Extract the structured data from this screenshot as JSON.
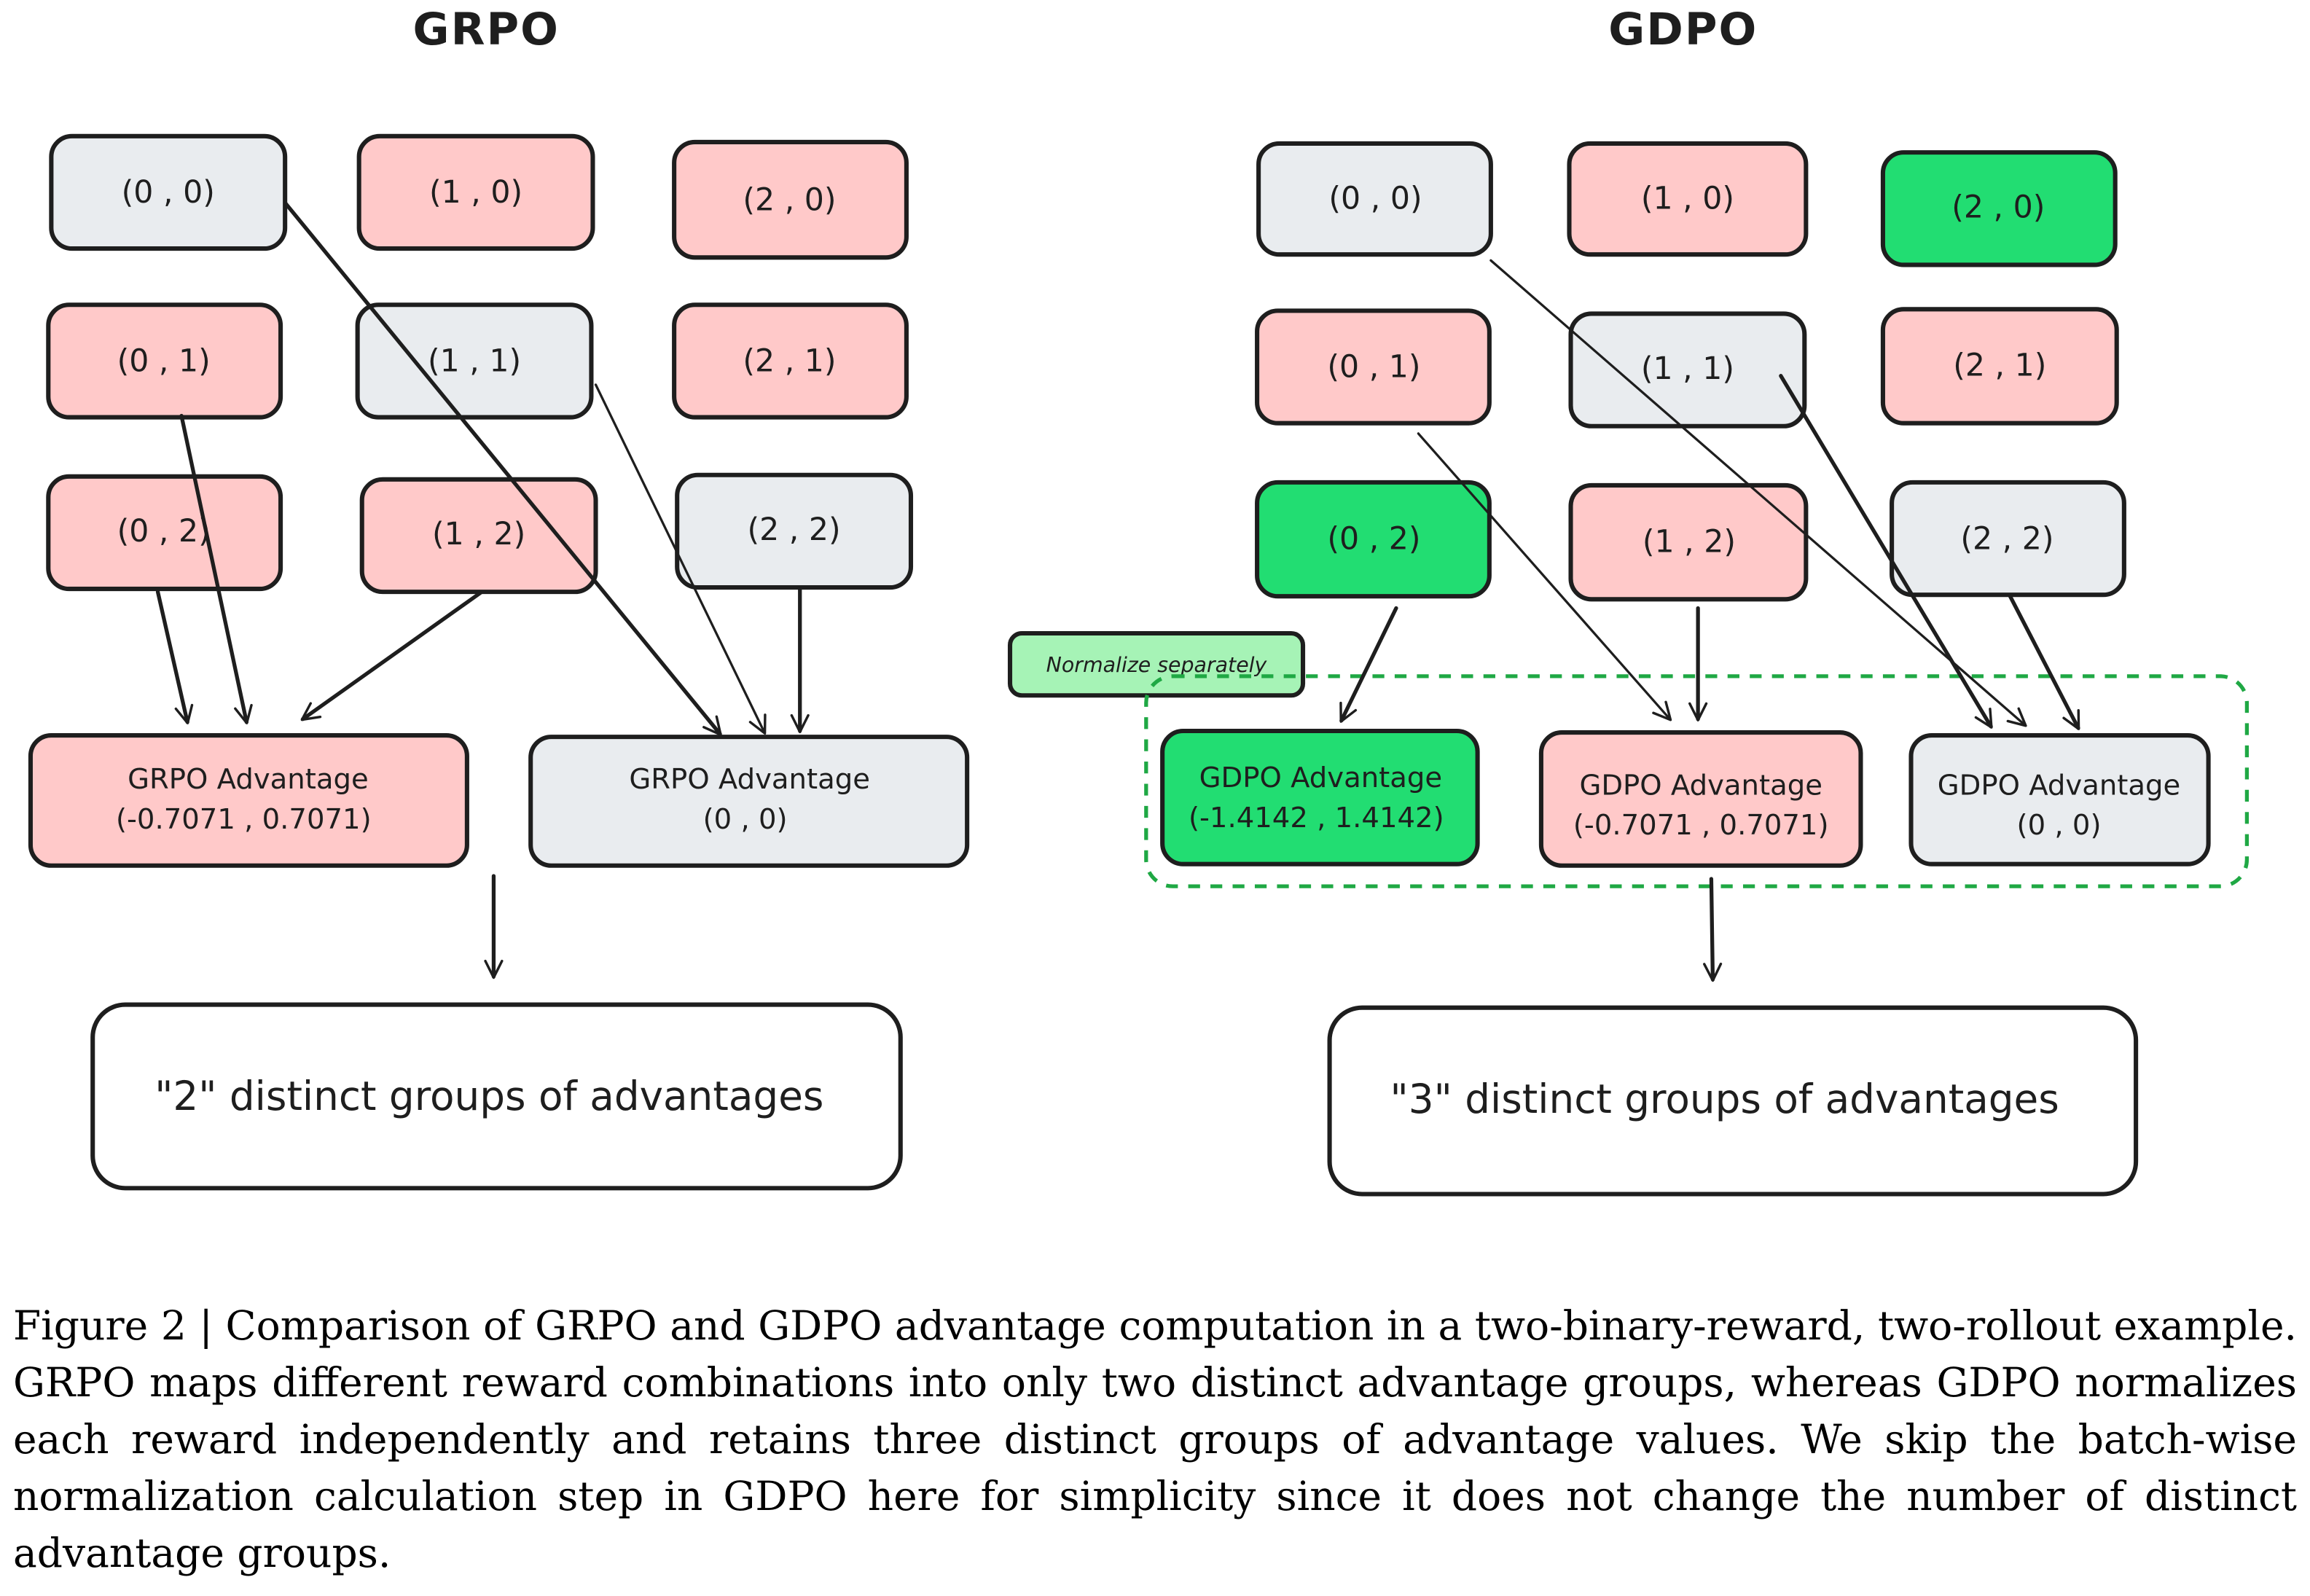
{
  "figure": {
    "caption": "Figure 2 | Comparison of GRPO and GDPO advantage computation in a two-binary-reward, two-rollout example. GRPO maps different reward combinations into only two distinct advantage groups, whereas GDPO normalizes each reward independently and retains three distinct groups of advantage values. We skip the batch-wise normalization calculation step in GDPO here for simplicity since it does not change the number of distinct advantage groups."
  },
  "colors": {
    "gray": "#e9ecef",
    "pink": "#ffc9c9",
    "green": "#22dd72",
    "light_green": "#a6f3b6",
    "red_text": "#e8192c",
    "green_text": "#1fa844",
    "stroke": "#1e1e1e"
  },
  "grpo": {
    "title": "GRPO",
    "cells": [
      {
        "label": "(0 , 0)",
        "color": "gray"
      },
      {
        "label": "(1 , 0)",
        "color": "pink"
      },
      {
        "label": "(2 , 0)",
        "color": "pink"
      },
      {
        "label": "(0 , 1)",
        "color": "pink"
      },
      {
        "label": "(1 , 1)",
        "color": "gray"
      },
      {
        "label": "(2 , 1)",
        "color": "pink"
      },
      {
        "label": "(0 , 2)",
        "color": "pink"
      },
      {
        "label": "(1 , 2)",
        "color": "pink"
      },
      {
        "label": "(2 , 2)",
        "color": "gray"
      }
    ],
    "advantages": [
      {
        "line1": "GRPO Advantage",
        "line2": "(-0.7071 , 0.7071)",
        "color": "pink"
      },
      {
        "line1": "GRPO Advantage",
        "line2": "(0 , 0)",
        "color": "gray"
      }
    ],
    "result": "\"2\" distinct groups of advantages"
  },
  "gdpo": {
    "title": "GDPO",
    "cells": [
      {
        "label": "(0 , 0)",
        "color": "gray"
      },
      {
        "label": "(1 , 0)",
        "color": "pink"
      },
      {
        "label": "(2 , 0)",
        "color": "green"
      },
      {
        "label": "(0 , 1)",
        "color": "pink"
      },
      {
        "label": "(1 , 1)",
        "color": "gray"
      },
      {
        "label": "(2 , 1)",
        "color": "pink"
      },
      {
        "label": "(0 , 2)",
        "color": "green"
      },
      {
        "label": "(1 , 2)",
        "color": "pink"
      },
      {
        "label": "(2 , 2)",
        "color": "gray"
      }
    ],
    "normalize_label": "Normalize separately",
    "advantages": [
      {
        "line1": "GDPO Advantage",
        "line2": "(-1.4142 , 1.4142)",
        "color": "green"
      },
      {
        "line1": "GDPO Advantage",
        "line2": "(-0.7071 , 0.7071)",
        "color": "pink"
      },
      {
        "line1": "GDPO Advantage",
        "line2": "(0 , 0)",
        "color": "gray"
      }
    ],
    "result": "\"3\" distinct groups of advantages"
  }
}
